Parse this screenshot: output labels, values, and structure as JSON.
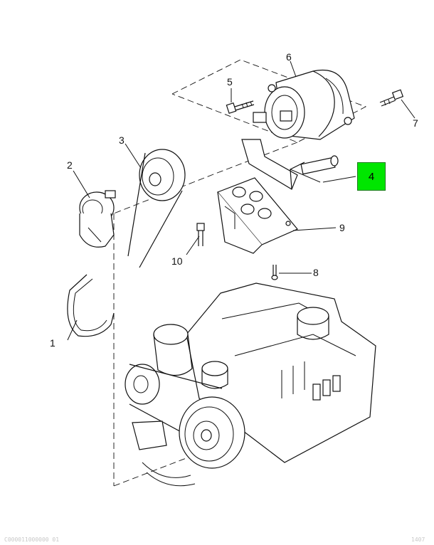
{
  "callouts": {
    "c1": "1",
    "c2": "2",
    "c3": "3",
    "c4": "4",
    "c5": "5",
    "c6": "6",
    "c7": "7",
    "c8": "8",
    "c9": "9",
    "c10": "10"
  },
  "highlight_color": "#00e600",
  "footer": {
    "left": "C000011000000 01",
    "right": "1407"
  }
}
